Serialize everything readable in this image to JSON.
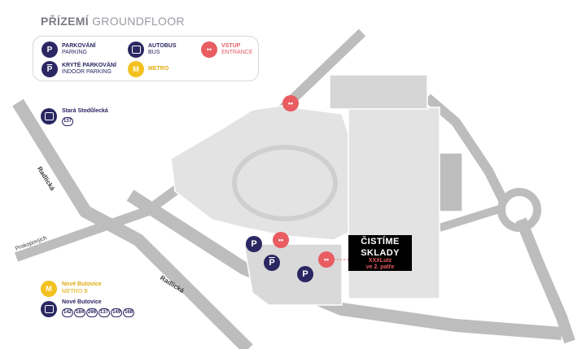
{
  "header": {
    "title_bold": "PŘÍZEMÍ",
    "title_light": "GROUNDFLOOR"
  },
  "legend": {
    "parking": {
      "cz": "PARKOVÁNÍ",
      "en": "PARKING",
      "icon": "parking-icon"
    },
    "indoor": {
      "cz": "KRYTÉ PARKOVÁNÍ",
      "en": "INDOOR PARKING",
      "icon": "indoor-parking-icon"
    },
    "bus": {
      "cz": "AUTOBUS",
      "en": "BUS",
      "icon": "bus-icon"
    },
    "metro": {
      "cz": "METRO",
      "icon": "metro-icon"
    },
    "entrance": {
      "cz": "VSTUP",
      "en": "ENTRANCE",
      "icon": "entrance-icon"
    }
  },
  "stops": {
    "stara": {
      "name": "Stará Stodůlecká",
      "routes": [
        "137"
      ]
    },
    "nove_metro": {
      "name": "Nové Butovice",
      "line": "METRO B"
    },
    "nove_bus": {
      "name": "Nové Butovice",
      "routes": [
        "142",
        "184",
        "266",
        "137",
        "149",
        "168"
      ]
    }
  },
  "roads": {
    "radlicka_1": "Radlická",
    "radlicka_2": "Radlická",
    "prokopovych": "Prokopových"
  },
  "pins": {
    "parking": "P"
  },
  "promo": {
    "line1": "ČISTÍME",
    "line2": "SKLADY",
    "line3": "XXXLutz",
    "line4": "ve 2. patře"
  },
  "colors": {
    "navy": "#2a2762",
    "red": "#e85c62",
    "yellow": "#f3c11f",
    "road": "#bdbdbd",
    "building": "#e3e3e3"
  }
}
